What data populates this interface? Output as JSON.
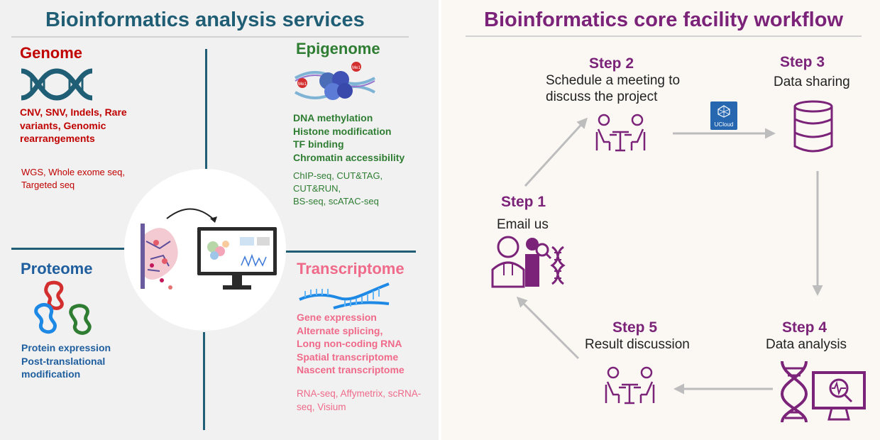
{
  "left_panel": {
    "title": "Bioinformatics analysis services",
    "genome": {
      "title": "Genome",
      "types": [
        "CNV, SNV, Indels, Rare",
        "variants, Genomic",
        "rearrangements"
      ],
      "methods": [
        "WGS, Whole exome seq,",
        "Targeted seq"
      ]
    },
    "epigenome": {
      "title": "Epigenome",
      "badge_1": "Me1",
      "badge_2": "Me1",
      "types": [
        "DNA methylation",
        "Histone modification",
        "TF binding",
        "Chromatin accessibility"
      ],
      "methods": [
        "ChIP-seq, CUT&TAG,",
        "CUT&RUN,",
        "BS-seq, scATAC-seq"
      ]
    },
    "proteome": {
      "title": "Proteome",
      "types": [
        "Protein expression",
        "Post-translational",
        "modification"
      ]
    },
    "transcriptome": {
      "title": "Transcriptome",
      "types": [
        "Gene expression",
        "Alternate splicing,",
        "Long non-coding RNA",
        "Spatial transcriptome",
        "Nascent transcriptome"
      ],
      "methods": [
        "RNA-seq, Affymetrix, scRNA-",
        "seq, Visium"
      ]
    }
  },
  "right_panel": {
    "title": "Bioinformatics core facility workflow",
    "ucloud_label": "UCloud",
    "steps": [
      {
        "title": "Step 1",
        "label": "Email us"
      },
      {
        "title": "Step 2",
        "label": "Schedule a meeting to",
        "label2": "discuss the project"
      },
      {
        "title": "Step 3",
        "label": "Data sharing"
      },
      {
        "title": "Step 4",
        "label": "Data analysis"
      },
      {
        "title": "Step 5",
        "label": "Result discussion"
      }
    ]
  },
  "colors": {
    "genome": "#c00000",
    "epigenome": "#2e7d32",
    "proteome": "#1f5e9e",
    "transcriptome": "#f06a8a",
    "workflow": "#7b2378",
    "teal": "#1f5e74"
  }
}
